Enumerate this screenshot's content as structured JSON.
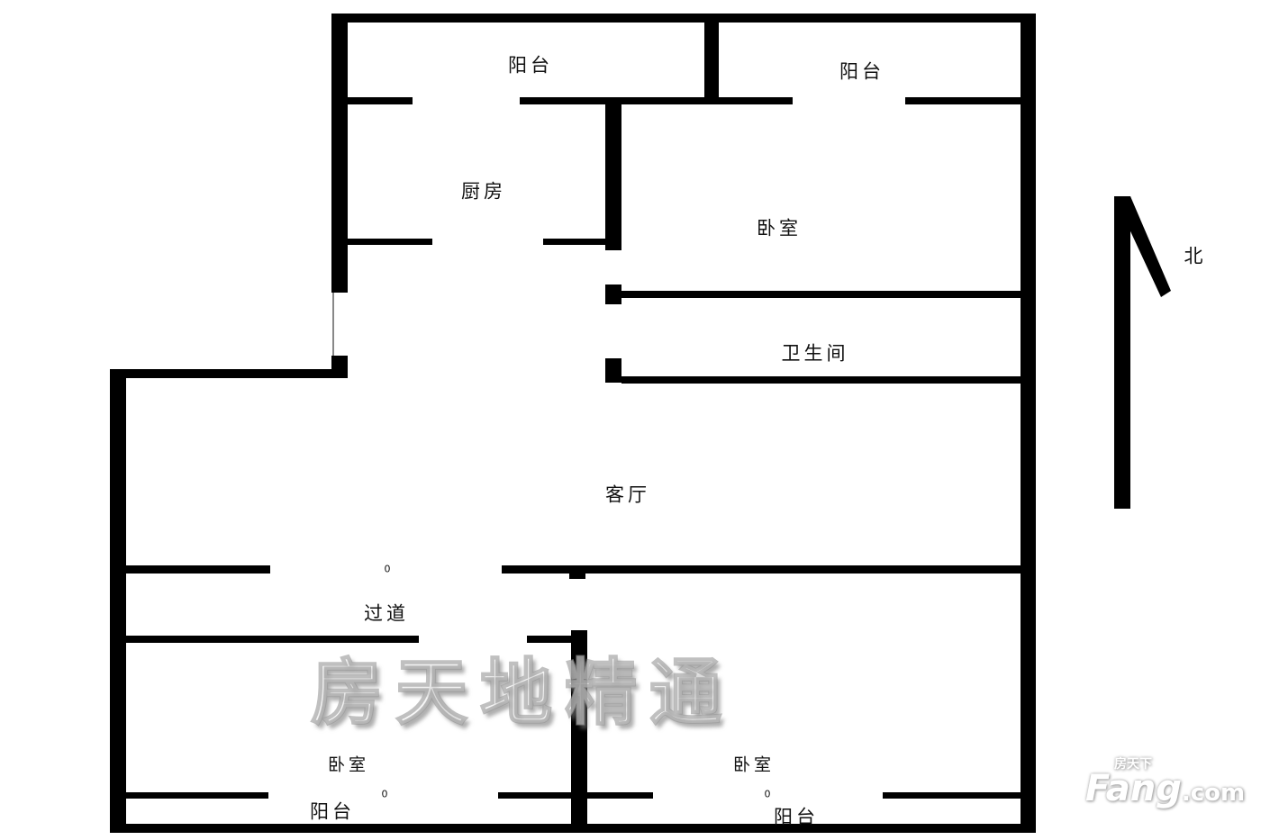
{
  "rooms": {
    "balcony_top_left": "阳台",
    "balcony_top_right": "阳台",
    "kitchen": "厨房",
    "bedroom_north": "卧室",
    "bathroom": "卫生间",
    "living_room": "客厅",
    "corridor": "过道",
    "bedroom_south_right": "卧室",
    "bedroom_south_left": "卧室",
    "balcony_bottom_left": "阳台",
    "balcony_bottom_right": "阳台"
  },
  "compass": {
    "north_label": "北"
  },
  "marks": [
    "0",
    "0",
    "0"
  ],
  "watermark": "房天地精通",
  "logo": {
    "cn": "房天下",
    "brand": "Fang",
    "suffix": ".com"
  }
}
